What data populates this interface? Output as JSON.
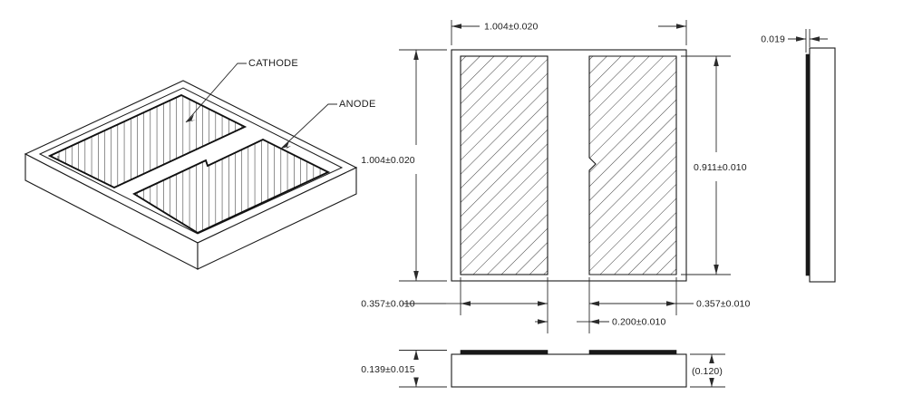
{
  "drawing": {
    "title": "Electrode chip component mechanical drawing",
    "units": "inches",
    "line_color": "#1a1a1a",
    "background_color": "#ffffff",
    "hatch_color": "#2a2a2a"
  },
  "iso_view": {
    "name": "isometric-view",
    "callouts": [
      {
        "id": "cathode",
        "label": "CATHODE"
      },
      {
        "id": "anode",
        "label": "ANODE"
      }
    ]
  },
  "top_view": {
    "name": "top-view",
    "dimensions": {
      "overall_width": "1.004±0.020",
      "overall_height": "1.004±0.020",
      "pad_height": "0.911±0.010",
      "pad_width_left": "0.357±0.010",
      "pad_width_right": "0.357±0.010",
      "gap_width": "0.200±0.010"
    }
  },
  "right_view": {
    "name": "right-side-view",
    "dimensions": {
      "metal_thickness": "0.019"
    }
  },
  "front_view": {
    "name": "front-side-view",
    "dimensions": {
      "overall_thickness": "0.139±0.015",
      "reference_thickness": "(0.120)"
    }
  }
}
